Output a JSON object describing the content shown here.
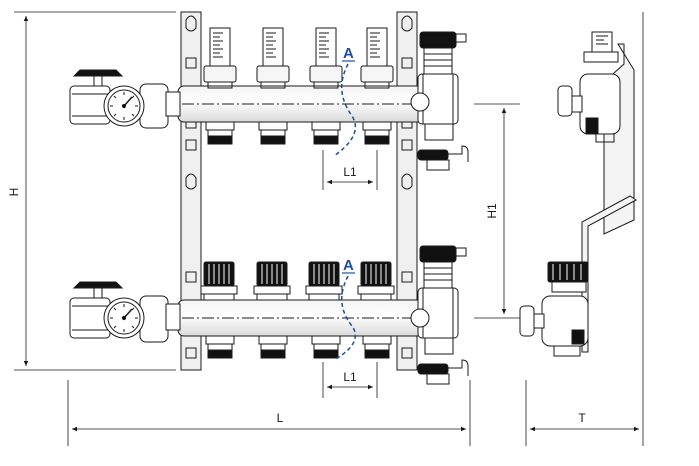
{
  "labels": {
    "height": "H",
    "height_between_manifolds": "H1",
    "length": "L",
    "depth": "T",
    "outlet_spacing_top": "L1",
    "outlet_spacing_bottom": "L1",
    "section_top": "A",
    "section_bottom": "A"
  },
  "colors": {
    "line": "#1a1a1a",
    "section_line": "#1d4f9c",
    "metal_fill": "#ececec",
    "handle_fill": "#111111"
  },
  "icons": {
    "thermometer": "thermometer-gauge-icon",
    "flow_meter": "flow-meter-icon",
    "air_vent": "air-vent-icon",
    "ball_valve": "ball-valve-icon",
    "valve_cap": "valve-cap-icon"
  }
}
